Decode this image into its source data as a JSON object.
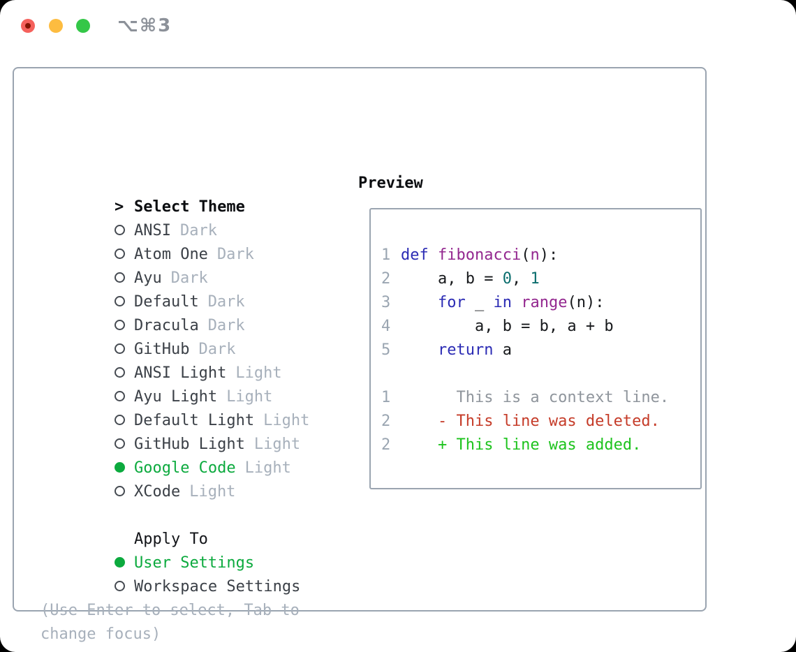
{
  "window": {
    "title": "⌥⌘3"
  },
  "palette": {
    "selection_green": "#0caa3e",
    "muted_gray": "#a7b0bb",
    "text_dark": "#3b4047",
    "border_gray": "#9aa4b0",
    "line_number_gray": "#9aa5b1",
    "keyword_blue": "#2b2bb4",
    "function_purple": "#93278f",
    "number_teal": "#0a6d6d",
    "context_gray": "#8f959c",
    "deleted_red": "#c53b28",
    "added_green": "#1dc31d",
    "titlebar_gray": "#8c9199",
    "traffic_red": "#f5615c",
    "traffic_yellow": "#fdbc40",
    "traffic_green": "#34c748"
  },
  "theme_picker": {
    "header": {
      "marker": ">",
      "label": "Select Theme"
    },
    "items": [
      {
        "name": "ANSI",
        "variant": "Dark",
        "selected": false
      },
      {
        "name": "Atom One",
        "variant": "Dark",
        "selected": false
      },
      {
        "name": "Ayu",
        "variant": "Dark",
        "selected": false
      },
      {
        "name": "Default",
        "variant": "Dark",
        "selected": false
      },
      {
        "name": "Dracula",
        "variant": "Dark",
        "selected": false
      },
      {
        "name": "GitHub",
        "variant": "Dark",
        "selected": false
      },
      {
        "name": "ANSI Light",
        "variant": "Light",
        "selected": false
      },
      {
        "name": "Ayu Light",
        "variant": "Light",
        "selected": false
      },
      {
        "name": "Default Light",
        "variant": "Light",
        "selected": false
      },
      {
        "name": "GitHub Light",
        "variant": "Light",
        "selected": false
      },
      {
        "name": "Google Code",
        "variant": "Light",
        "selected": true
      },
      {
        "name": "XCode",
        "variant": "Light",
        "selected": false
      }
    ],
    "apply_to": {
      "label": "Apply To",
      "options": [
        {
          "label": "User Settings",
          "selected": true
        },
        {
          "label": "Workspace Settings",
          "selected": false
        }
      ]
    },
    "hint": {
      "line1": "(Use Enter to select, Tab to",
      "line2": "change focus)"
    }
  },
  "preview": {
    "label": "Preview",
    "code_lines": [
      {
        "n": "1",
        "seg": [
          "def",
          " ",
          "fibonacci",
          "(",
          "n",
          "):"
        ]
      },
      {
        "n": "2",
        "seg": [
          "    a, b = ",
          "0",
          ", ",
          "1"
        ]
      },
      {
        "n": "3",
        "seg": [
          "    ",
          "for",
          " _ ",
          "in",
          " ",
          "range",
          "(n):"
        ]
      },
      {
        "n": "4",
        "seg": [
          "        a, b = b, a + b"
        ]
      },
      {
        "n": "5",
        "seg": [
          "    ",
          "return",
          " a"
        ]
      }
    ],
    "diff_lines": [
      {
        "n": "1",
        "kind": "context",
        "text": "      This is a context line."
      },
      {
        "n": "2",
        "kind": "deleted",
        "text": "    - This line was deleted."
      },
      {
        "n": "2",
        "kind": "added",
        "text": "    + This line was added."
      }
    ]
  }
}
